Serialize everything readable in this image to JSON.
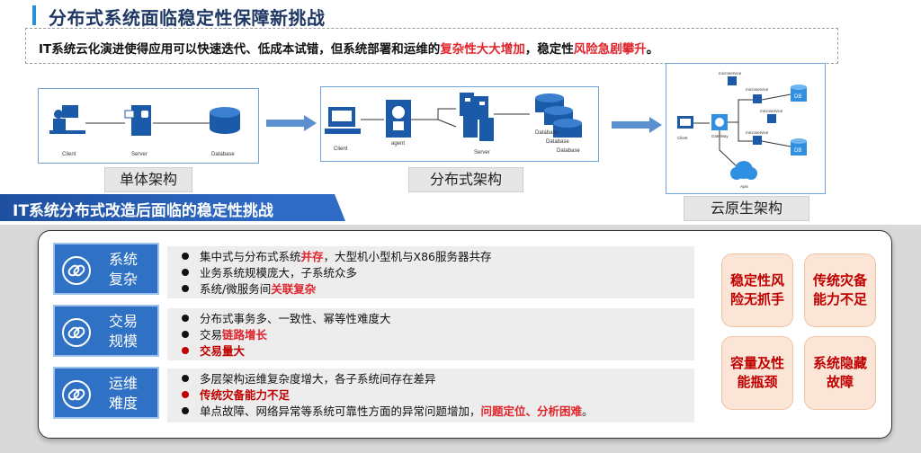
{
  "title": "分布式系统面临稳定性保障新挑战",
  "summary": {
    "part1": "IT系统云化演进使得应用可以快速迭代、低成本试错，但系统部署和运维的",
    "hl1": "复杂性大大增加",
    "part2": "，稳定性",
    "hl2": "风险急剧攀升",
    "part3": "。"
  },
  "architectures": [
    {
      "label": "单体架构",
      "nodes": [
        "Client",
        "Server",
        "Database"
      ]
    },
    {
      "label": "分布式架构",
      "nodes": [
        "Client",
        "agent",
        "Server",
        "Database",
        "Database",
        "Database"
      ]
    },
    {
      "label": "云原生架构",
      "nodes": [
        "Client",
        "GateWay",
        "microservice",
        "microservice",
        "microservice",
        "microservice",
        "DB",
        "DB",
        "Apis"
      ]
    }
  ],
  "section_title": "IT系统分布式改造后面临的稳定性挑战",
  "categories": [
    {
      "label_line1": "系统",
      "label_line2": "复杂",
      "icon": "link-icon",
      "items": [
        {
          "a": "集中式与分布式系统",
          "hl": "并存",
          "b": "，大型机小型机与X86服务器共存"
        },
        {
          "a": "业务系统规模庞大，子系统众多",
          "hl": "",
          "b": ""
        },
        {
          "a": "系统/微服务间",
          "hl": "关联复杂",
          "b": ""
        }
      ]
    },
    {
      "label_line1": "交易",
      "label_line2": "规模",
      "icon": "link-icon",
      "items": [
        {
          "a": "分布式事务多、一致性、幂等性难度大",
          "hl": "",
          "b": ""
        },
        {
          "a": "交易",
          "hl": "链路增长",
          "b": ""
        },
        {
          "a": "交易量大",
          "hl": "",
          "b": "",
          "style": "bold-red"
        }
      ]
    },
    {
      "label_line1": "运维",
      "label_line2": "难度",
      "icon": "link-icon",
      "items": [
        {
          "a": "多层架构运维复杂度增大，各子系统间存在差异",
          "hl": "",
          "b": ""
        },
        {
          "a": "传统灾备能力不足",
          "hl": "",
          "b": "",
          "style": "bold-red"
        },
        {
          "a": "单点故障、网络异常等系统可靠性方面的异常问题增加，",
          "hl": "问题定位、分析困难",
          "b": "。"
        }
      ]
    }
  ],
  "risks": [
    "稳定性风险无抓手",
    "传统灾备能力不足",
    "容量及性能瓶颈",
    "系统隐藏故障"
  ],
  "colors": {
    "title": "#1f3864",
    "accent": "#2a8fd8",
    "highlight": "#e0242b",
    "category_bg": "#2f71c4",
    "risk_bg": "#fbe5d6",
    "risk_text": "#c00000"
  }
}
